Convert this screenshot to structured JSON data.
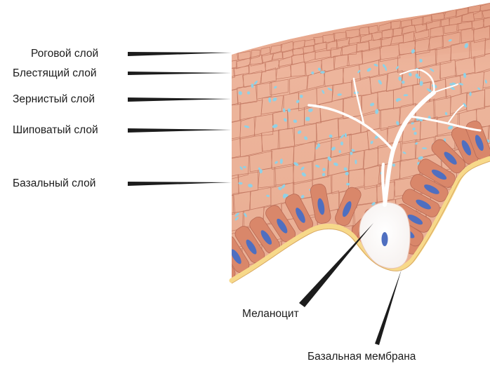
{
  "layers": [
    {
      "id": "stratum-corneum",
      "label": "Роговой слой"
    },
    {
      "id": "stratum-lucidum",
      "label": "Блестящий слой"
    },
    {
      "id": "stratum-granulosum",
      "label": "Зернистый слой"
    },
    {
      "id": "stratum-spinosum",
      "label": "Шиповатый слой"
    },
    {
      "id": "stratum-basale",
      "label": "Базальный слой"
    }
  ],
  "bottom_labels": {
    "melanocyte": "Меланоцит",
    "basement_membrane": "Базальная мембрана"
  },
  "colors": {
    "skin_light": "#ecb59c",
    "skin_mid": "#e4a184",
    "skin_top": "#f0bba4",
    "cell_line": "#b86a55",
    "basal_cell": "#d9876a",
    "basal_nucleus": "#4f6fc0",
    "granule": "#8fd1e6",
    "membrane": "#f7d98a",
    "melanocyte": "#ffffff",
    "arrow": "#1c1c1c"
  }
}
